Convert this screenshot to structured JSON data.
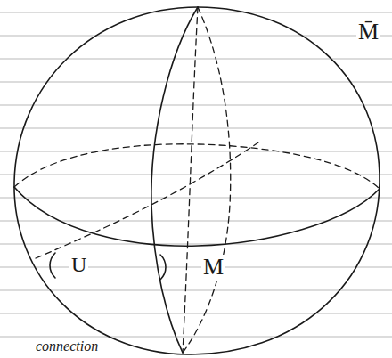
{
  "diagram": {
    "labels": [
      "M̄",
      "U",
      "M",
      "connection"
    ]
  }
}
